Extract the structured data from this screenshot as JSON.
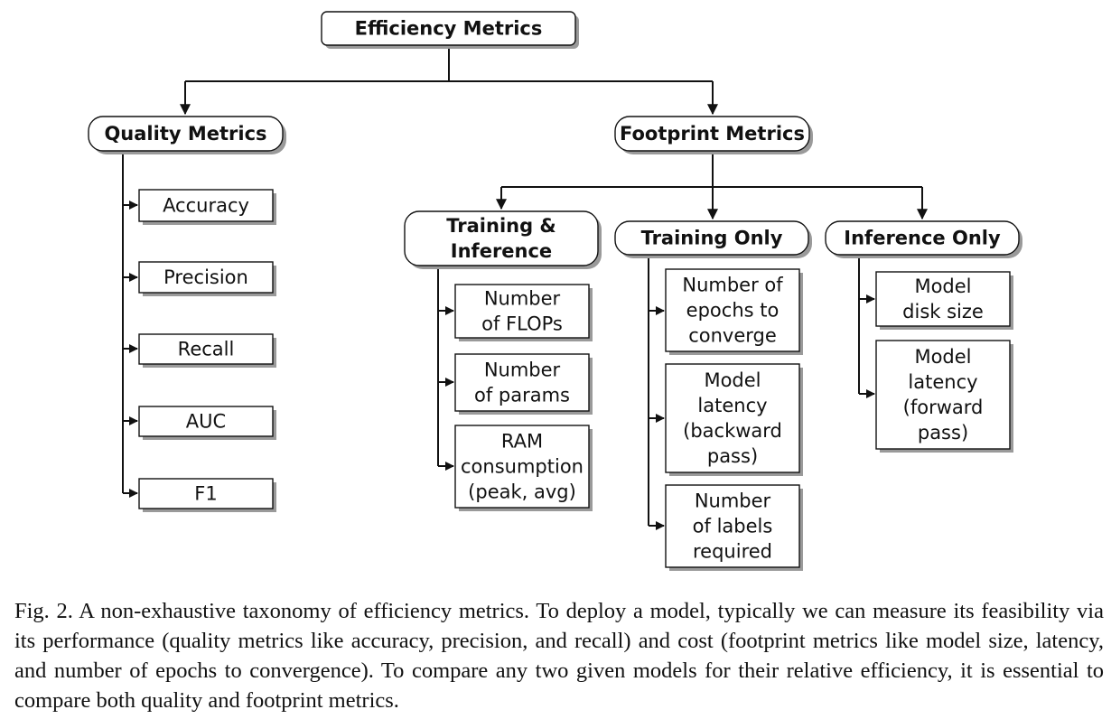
{
  "nodes": {
    "root": [
      "Efficiency Metrics"
    ],
    "quality": [
      "Quality Metrics"
    ],
    "footprint": [
      "Footprint Metrics"
    ],
    "accuracy": [
      "Accuracy"
    ],
    "precision": [
      "Precision"
    ],
    "recall": [
      "Recall"
    ],
    "auc": [
      "AUC"
    ],
    "f1": [
      "F1"
    ],
    "train_inf": [
      "Training &",
      "Inference"
    ],
    "train_only": [
      "Training Only"
    ],
    "inf_only": [
      "Inference Only"
    ],
    "flops": [
      "Number",
      "of FLOPs"
    ],
    "params": [
      "Number",
      "of params"
    ],
    "ram": [
      "RAM",
      "consumption",
      "(peak, avg)"
    ],
    "epochs": [
      "Number of",
      "epochs to",
      "converge"
    ],
    "latency_back": [
      "Model",
      "latency",
      "(backward",
      "pass)"
    ],
    "labels": [
      "Number",
      "of labels",
      "required"
    ],
    "disk": [
      "Model",
      "disk size"
    ],
    "latency_fwd": [
      "Model",
      "latency",
      "(forward",
      "pass)"
    ]
  },
  "caption": "Fig. 2.  A non-exhaustive taxonomy of efficiency metrics. To deploy a model, typically we can measure its feasibility via its performance (quality metrics like accuracy, precision, and recall) and cost (footprint metrics like model size, latency, and number of epochs to convergence). To compare any two given models for their relative efficiency, it is essential to compare both quality and footprint metrics."
}
